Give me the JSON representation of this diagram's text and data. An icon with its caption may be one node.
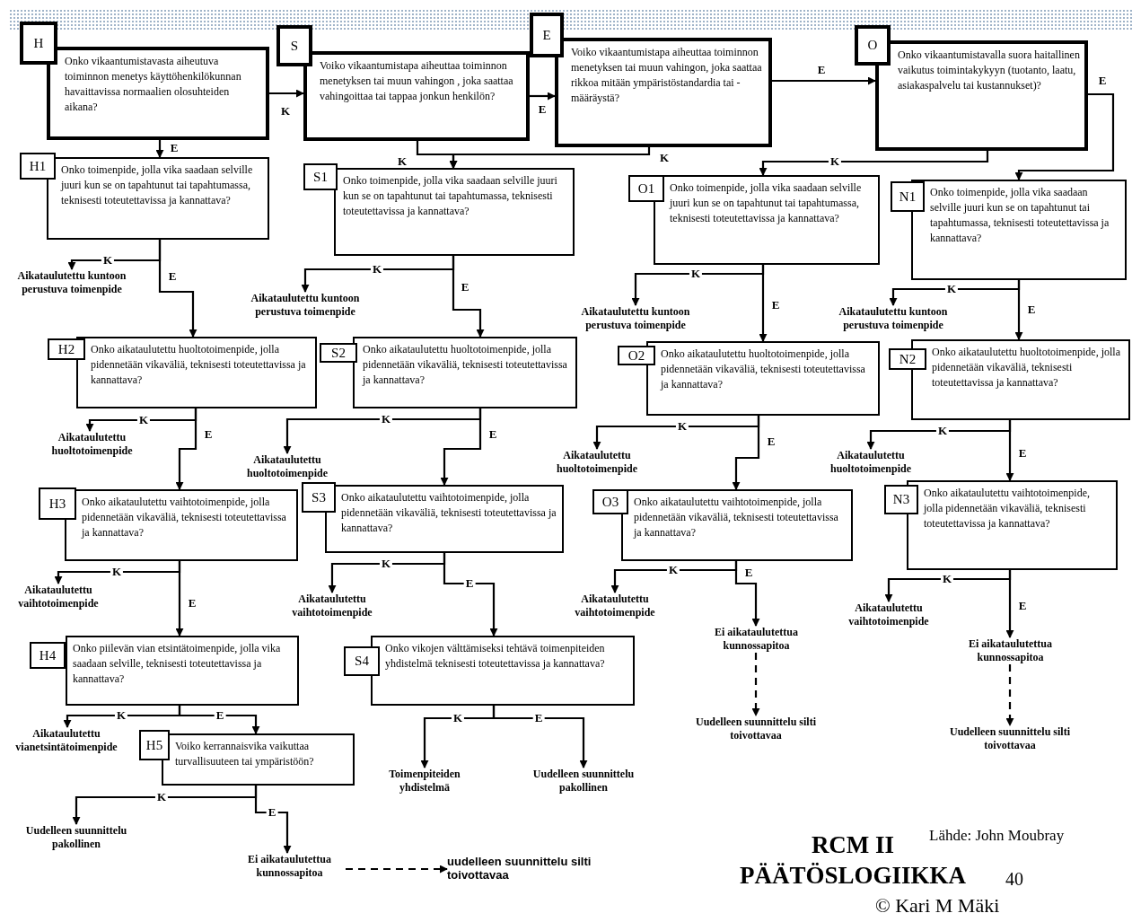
{
  "diagram": {
    "title": "RCM II PÄÄTÖSLOGIIKKA",
    "nodes": [
      {
        "text": [
          "H",
          "Onko vikaantumistavasta aiheutuva toiminnon menetys käyttöhenkilökunnan havaittavissa normaalien olosuhteiden aikana?"
        ]
      },
      {
        "text": [
          "S",
          "Voiko vikaantumistapa aiheuttaa toiminnon menetyksen tai muun vahingon , joka saattaa vahingoittaa tai tappaa jonkun henkilön?"
        ]
      },
      {
        "text": [
          "E",
          "Voiko vikaantumistapa aiheuttaa toiminnon menetyksen tai muun vahingon, joka saattaa rikkoa mitään ympäristöstandardia tai -määräystä?"
        ]
      },
      {
        "text": [
          "O",
          "Onko vikaantumistavalla suora haitallinen vaikutus toimintakykyyn (tuotanto, laatu, asiakaspalvelu tai kustannukset)?"
        ]
      },
      {
        "text": [
          "H1",
          "Onko toimenpide, jolla vika saadaan selville juuri kun se on tapahtunut tai tapahtumassa, teknisesti toteutettavissa ja kannattava?"
        ]
      },
      {
        "text": [
          "S1",
          "Onko toimenpide, jolla vika saadaan selville juuri kun se on tapahtunut tai tapahtumassa, teknisesti toteutettavissa ja kannattava?"
        ]
      },
      {
        "text": [
          "O1",
          "Onko toimenpide, jolla vika saadaan selville juuri kun se on tapahtunut tai tapahtumassa, teknisesti toteutettavissa ja kannattava?"
        ]
      },
      {
        "text": [
          "N1",
          "Onko toimenpide, jolla vika saadaan selville juuri kun se on tapahtunut tai tapahtumassa, teknisesti toteutettavissa ja kannattava?"
        ]
      },
      {
        "text": [
          "H2",
          "Onko aikataulutettu huoltotoimenpide, jolla pidennetään vikaväliä, teknisesti toteutettavissa ja kannattava?"
        ]
      },
      {
        "text": [
          "S2",
          "Onko aikataulutettu huoltotoimenpide, jolla pidennetään vikaväliä, teknisesti toteutettavissa ja kannattava?"
        ]
      },
      {
        "text": [
          "O2",
          "Onko aikataulutettu huoltotoimenpide, jolla pidennetään vikaväliä, teknisesti toteutettavissa ja kannattava?"
        ]
      },
      {
        "text": [
          "N2",
          "Onko aikataulutettu huoltotoimenpide, jolla pidennetään vikaväliä, teknisesti toteutettavissa ja kannattava?"
        ]
      },
      {
        "text": [
          "H3",
          "Onko aikataulutettu vaihtotoimenpide, jolla pidennetään vikaväliä, teknisesti toteutettavissa ja kannattava?"
        ]
      },
      {
        "text": [
          "S3",
          "Onko aikataulutettu vaihtotoimenpide, jolla pidennetään vikaväliä, teknisesti toteutettavissa ja kannattava?"
        ]
      },
      {
        "text": [
          "O3",
          "Onko aikataulutettu vaihtotoimenpide, jolla pidennetään vikaväliä, teknisesti toteutettavissa ja kannattava?"
        ]
      },
      {
        "text": [
          "N3",
          "Onko aikataulutettu vaihtotoimenpide, jolla pidennetään vikaväliä, teknisesti toteutettavissa ja kannattava?"
        ]
      },
      {
        "text": [
          "H4",
          "Onko piilevän vian etsintätoimenpide, jolla vika saadaan selville, teknisesti toteutettavissa ja kannattava?"
        ]
      },
      {
        "text": [
          "S4",
          "Onko vikojen välttämiseksi tehtävä toimenpiteiden yhdistelmä teknisesti toteutettavissa ja kannattava?"
        ]
      },
      {
        "text": [
          "H5",
          "Voiko kerrannaisvika vaikuttaa turvallisuuteen tai ympäristöön?"
        ]
      },
      {
        "text": [
          "Aikataulutettu kuntoon perustuva toimenpide"
        ]
      },
      {
        "text": [
          "Aikataulutettu kuntoon perustuva toimenpide"
        ]
      },
      {
        "text": [
          "Aikataulutettu kuntoon perustuva toimenpide"
        ]
      },
      {
        "text": [
          "Aikataulutettu kuntoon perustuva toimenpide"
        ]
      },
      {
        "text": [
          "Aikataulutettu huoltotoimenpide"
        ]
      },
      {
        "text": [
          "Aikataulutettu huoltotoimenpide"
        ]
      },
      {
        "text": [
          "Aikataulutettu huoltotoimenpide"
        ]
      },
      {
        "text": [
          "Aikataulutettu huoltotoimenpide"
        ]
      },
      {
        "text": [
          "Aikataulutettu vaihtotoimenpide"
        ]
      },
      {
        "text": [
          "Aikataulutettu vaihtotoimenpide"
        ]
      },
      {
        "text": [
          "Aikataulutettu vaihtotoimenpide"
        ]
      },
      {
        "text": [
          "Aikataulutettu vaihtotoimenpide"
        ]
      },
      {
        "text": [
          "Ei aikataulutettua kunnossapitoa"
        ]
      },
      {
        "text": [
          "Uudelleen suunnittelu silti toivottavaa"
        ]
      },
      {
        "text": [
          "Ei aikataulutettua kunnossapitoa"
        ]
      },
      {
        "text": [
          "Uudelleen suunnittelu silti toivottavaa"
        ]
      },
      {
        "text": [
          "Aikataulutettu vianetsintätoimenpide"
        ]
      },
      {
        "text": [
          "Toimenpiteiden yhdistelmä"
        ]
      },
      {
        "text": [
          "Uudelleen suunnittelu pakollinen"
        ]
      },
      {
        "text": [
          "Uudelleen suunnittelu pakollinen"
        ]
      },
      {
        "text": [
          "Ei aikataulutettua kunnossapitoa"
        ]
      },
      {
        "text": [
          "uudelleen suunnittelu silti toivottavaa"
        ]
      },
      {
        "text": [],
        "shape": "bar"
      }
    ],
    "edges": [
      {
        "from": 0,
        "to": 1,
        "arrow": "to",
        "label": "K"
      },
      {
        "from": 0,
        "to": 4,
        "arrow": "to",
        "label": "E"
      },
      {
        "from": 1,
        "to": 2,
        "arrow": "to",
        "label": "E"
      },
      {
        "from": 1,
        "to": 5,
        "arrow": "to",
        "label": "K"
      },
      {
        "from": 2,
        "to": 5,
        "arrow": "to",
        "label": "K"
      },
      {
        "from": 2,
        "to": 3,
        "arrow": "to",
        "label": "E"
      },
      {
        "from": 3,
        "to": 6,
        "arrow": "to",
        "label": "K"
      },
      {
        "from": 3,
        "to": 7,
        "arrow": "to",
        "label": "E"
      },
      {
        "from": 4,
        "to": 19,
        "arrow": "to",
        "label": "K"
      },
      {
        "from": 4,
        "to": 8,
        "arrow": "to",
        "label": "E"
      },
      {
        "from": 5,
        "to": 20,
        "arrow": "to",
        "label": "K"
      },
      {
        "from": 5,
        "to": 9,
        "arrow": "to",
        "label": "E"
      },
      {
        "from": 6,
        "to": 21,
        "arrow": "to",
        "label": "K"
      },
      {
        "from": 6,
        "to": 10,
        "arrow": "to",
        "label": "E"
      },
      {
        "from": 7,
        "to": 22,
        "arrow": "to",
        "label": "K"
      },
      {
        "from": 7,
        "to": 11,
        "arrow": "to",
        "label": "E"
      },
      {
        "from": 8,
        "to": 23,
        "arrow": "to",
        "label": "K"
      },
      {
        "from": 8,
        "to": 12,
        "arrow": "to",
        "label": "E"
      },
      {
        "from": 9,
        "to": 24,
        "arrow": "to",
        "label": "K"
      },
      {
        "from": 9,
        "to": 13,
        "arrow": "to",
        "label": "E"
      },
      {
        "from": 10,
        "to": 25,
        "arrow": "to",
        "label": "K"
      },
      {
        "from": 10,
        "to": 14,
        "arrow": "to",
        "label": "E"
      },
      {
        "from": 11,
        "to": 26,
        "arrow": "to",
        "label": "K"
      },
      {
        "from": 11,
        "to": 15,
        "arrow": "to",
        "label": "E"
      },
      {
        "from": 12,
        "to": 27,
        "arrow": "to",
        "label": "K"
      },
      {
        "from": 12,
        "to": 16,
        "arrow": "to",
        "label": "E"
      },
      {
        "from": 13,
        "to": 28,
        "arrow": "to",
        "label": "K"
      },
      {
        "from": 13,
        "to": 17,
        "arrow": "to",
        "label": "E"
      },
      {
        "from": 14,
        "to": 29,
        "arrow": "to",
        "label": "K"
      },
      {
        "from": 14,
        "to": 31,
        "arrow": "to",
        "label": "E"
      },
      {
        "from": 15,
        "to": 30,
        "arrow": "to",
        "label": "K"
      },
      {
        "from": 15,
        "to": 33,
        "arrow": "to",
        "label": "E"
      },
      {
        "from": 31,
        "to": 32,
        "arrow": "to",
        "style": "dashed"
      },
      {
        "from": 33,
        "to": 34,
        "arrow": "to",
        "style": "dashed"
      },
      {
        "from": 16,
        "to": 35,
        "arrow": "to",
        "label": "K"
      },
      {
        "from": 16,
        "to": 18,
        "arrow": "to",
        "label": "E"
      },
      {
        "from": 17,
        "to": 36,
        "arrow": "to",
        "label": "K"
      },
      {
        "from": 17,
        "to": 37,
        "arrow": "to",
        "label": "E"
      },
      {
        "from": 18,
        "to": 38,
        "arrow": "to",
        "label": "K"
      },
      {
        "from": 18,
        "to": 39,
        "arrow": "to",
        "label": "E"
      },
      {
        "from": 39,
        "to": 40,
        "arrow": "to",
        "style": "dashed"
      }
    ],
    "labels": [
      "Lähde: John Moubray",
      "40",
      "© Kari M Mäki"
    ]
  }
}
